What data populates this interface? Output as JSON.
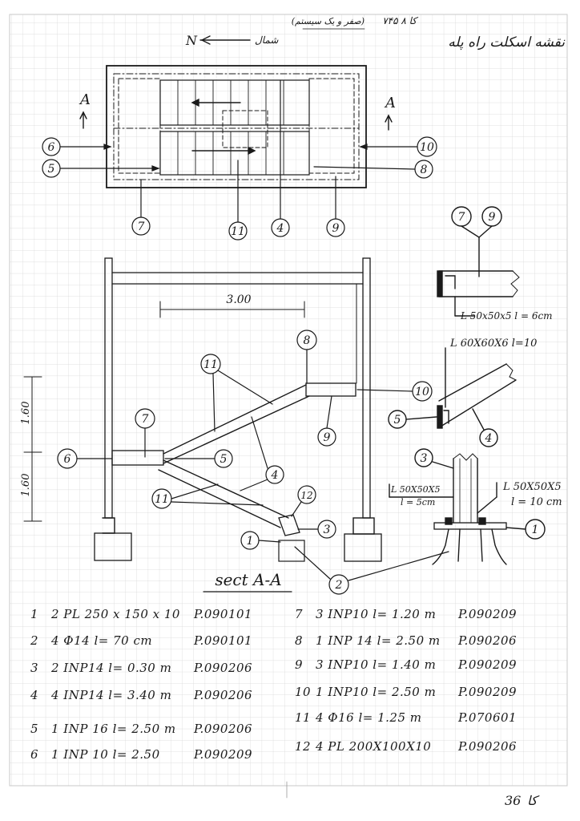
{
  "header": {
    "title_fa": "نقشه اسکلت راه پله",
    "code_note": "۷۴۵ کا ۸",
    "paren_note": "(صفر و یک سیستم)",
    "page_number": "36",
    "page_prefix": "کا"
  },
  "plan": {
    "north_label": "شمال",
    "north_letter": "N",
    "section_left": "A",
    "section_right": "A"
  },
  "callouts": {
    "c1": "1",
    "c2": "2",
    "c3": "3",
    "c4": "4",
    "c5": "5",
    "c6": "6",
    "c7": "7",
    "c8": "8",
    "c9": "9",
    "c10": "10",
    "c11": "11",
    "c12": "12"
  },
  "section": {
    "title": "sect A-A",
    "span_dim": "3.00",
    "height_upper": "1.60",
    "height_lower": "1.60"
  },
  "details": {
    "d1_label": "L 50x50x5  l = 6cm",
    "d2_label": "L 60X60X6  l=10",
    "d3_left_a": "L 50X50X5",
    "d3_left_b": "l = 5cm",
    "d3_right_a": "L 50X50X5",
    "d3_right_b": "l = 10 cm"
  },
  "parts_left": [
    {
      "n": "1",
      "desc": "2 PL 250 x 150 x 10",
      "code": "P.090101"
    },
    {
      "n": "2",
      "desc": "4 Φ14  l= 70 cm",
      "code": "P.090101"
    },
    {
      "n": "3",
      "desc": "2 INP14  l= 0.30 m",
      "code": "P.090206"
    },
    {
      "n": "4",
      "desc": "4 INP14  l= 3.40 m",
      "code": "P.090206"
    },
    {
      "n": "5",
      "desc": "1 INP 16  l= 2.50 m",
      "code": "P.090206"
    },
    {
      "n": "6",
      "desc": "1 INP 10  l= 2.50",
      "code": "P.090209"
    }
  ],
  "parts_right": [
    {
      "n": "7",
      "desc": "3 INP10  l= 1.20 m",
      "code": "P.090209"
    },
    {
      "n": "8",
      "desc": "1 INP 14  l= 2.50 m",
      "code": "P.090206"
    },
    {
      "n": "9",
      "desc": "3 INP10  l= 1.40 m",
      "code": "P.090209"
    },
    {
      "n": "10",
      "desc": "1 INP10  l= 2.50 m",
      "code": "P.090209"
    },
    {
      "n": "11",
      "desc": "4 Φ16  l= 1.25 m",
      "code": "P.070601"
    },
    {
      "n": "12",
      "desc": "4 PL 200X100X10",
      "code": "P.090206"
    }
  ]
}
